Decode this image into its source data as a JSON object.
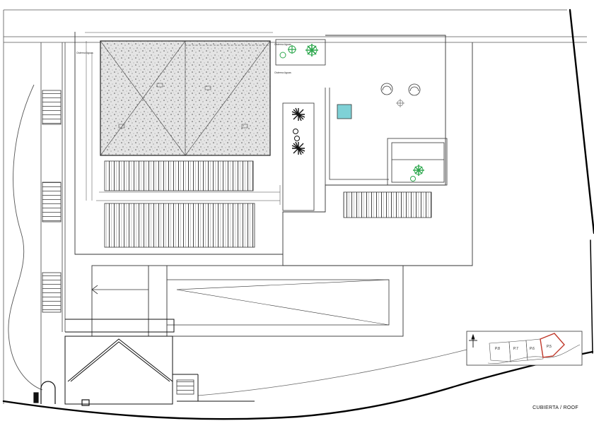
{
  "sheet": {
    "title": "CUBIERTA / ROOF"
  },
  "annotations": {
    "label_1": "Cisterna Aguas",
    "label_2": "Cisterna Aguas",
    "label_3": "Cisterna Aguas"
  },
  "key_plan": {
    "plots": [
      "P.8",
      "P.7",
      "P.6",
      "P.5"
    ],
    "highlight_plot": "P.5",
    "highlight_color": "#c0392b"
  },
  "colors": {
    "line": "#333333",
    "gravel_bg": "#d9d9d9",
    "pool": "#7fd1d6",
    "plant_green": "#2fa84f",
    "plant_dark": "#111111"
  }
}
